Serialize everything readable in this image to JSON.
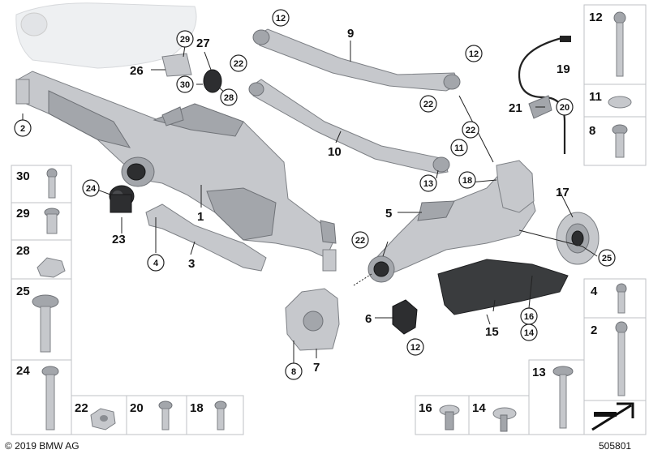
{
  "footer": {
    "copyright": "© 2019 BMW AG",
    "diagram_id": "505801"
  },
  "callouts": {
    "c1": "1",
    "c2": "2",
    "c3": "3",
    "c4": "4",
    "c5": "5",
    "c6": "6",
    "c7": "7",
    "c8": "8",
    "c9": "9",
    "c10": "10",
    "c11": "11",
    "c12a": "12",
    "c12b": "12",
    "c12c": "12",
    "c13": "13",
    "c14": "14",
    "c15": "15",
    "c16": "16",
    "c17": "17",
    "c18": "18",
    "c19": "19",
    "c20": "20",
    "c21": "21",
    "c22a": "22",
    "c22b": "22",
    "c22c": "22",
    "c22d": "22",
    "c23": "23",
    "c24": "24",
    "c25": "25",
    "c26": "26",
    "c27": "27",
    "c28": "28",
    "c29": "29",
    "c30": "30"
  },
  "legend": {
    "r12": "12",
    "r11": "11",
    "r8": "8",
    "r4": "4",
    "r2": "2",
    "r13": "13",
    "r16": "16",
    "r14": "14",
    "l30": "30",
    "l29": "29",
    "l28": "28",
    "l25": "25",
    "l24": "24",
    "b22": "22",
    "b20": "20",
    "b18": "18"
  }
}
